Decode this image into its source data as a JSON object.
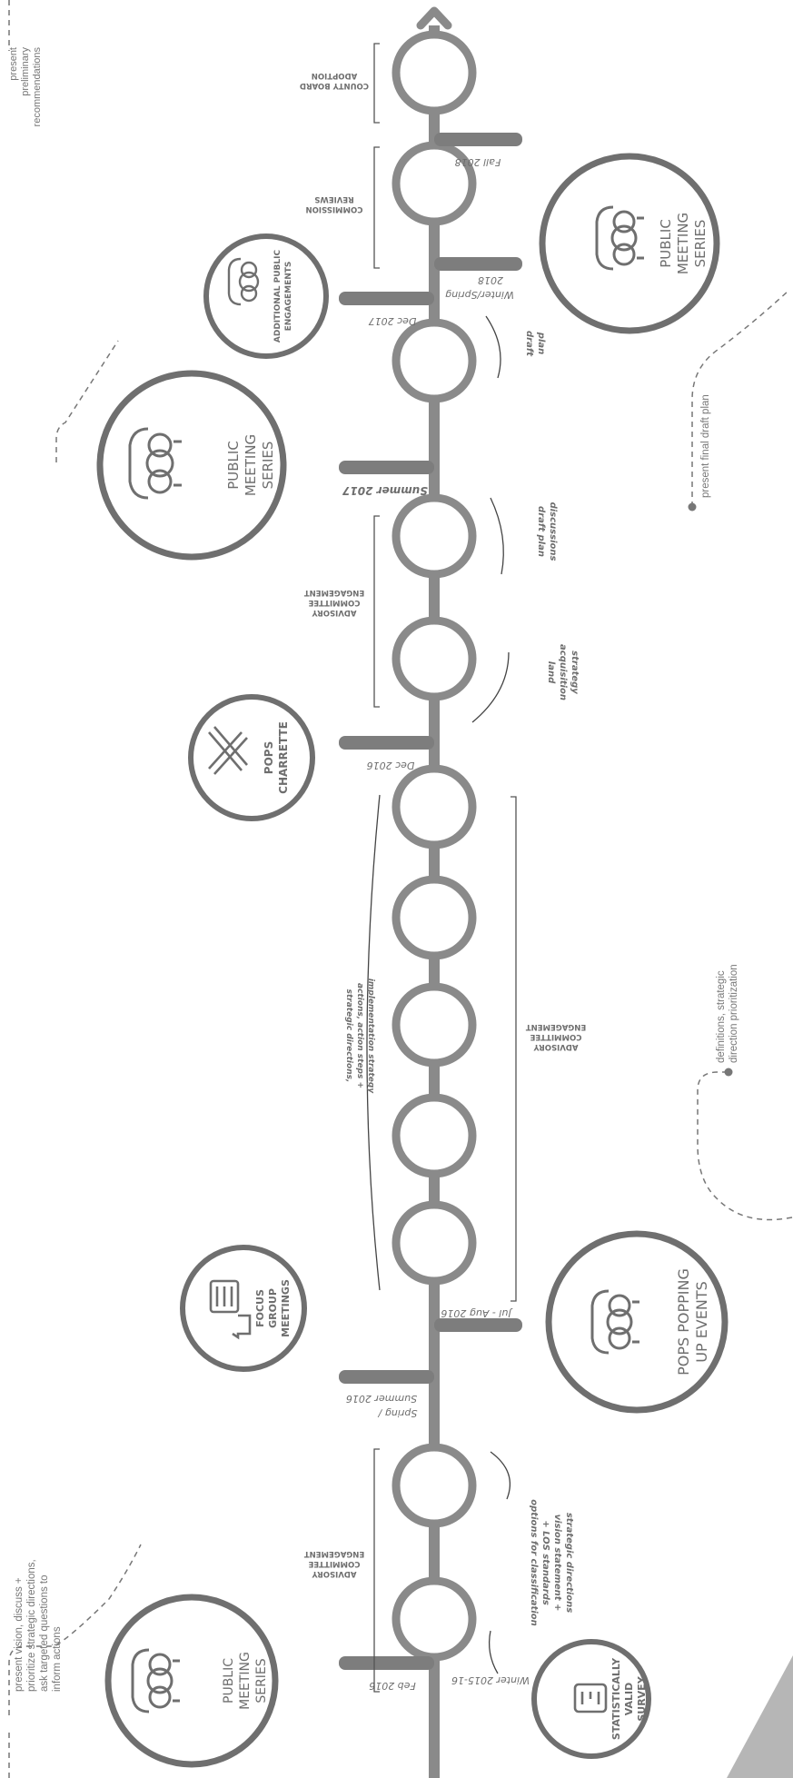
{
  "milestones": {
    "winter_2015": "Winter 2015-16",
    "feb_2016": "Feb 2016",
    "spring_summer_2016_a": "Spring /",
    "spring_summer_2016_b": "Summer 2016",
    "jul_aug_2016": "Jul - Aug 2016",
    "dec_2016": "Dec 2016",
    "summer_2017": "Summer 2017",
    "dec_2017": "Dec 2017",
    "winter_spring_2018_a": "Winter/Spring",
    "winter_spring_2018_b": "2018",
    "fall_2018": "Fall 2018"
  },
  "events": {
    "pms1": [
      "PUBLIC",
      "MEETING",
      "SERIES"
    ],
    "survey": [
      "STATISTICALLY",
      "VALID",
      "SURVEY"
    ],
    "focus": [
      "FOCUS",
      "GROUP",
      "MEETINGS"
    ],
    "pops_popping": [
      "POPS POPPING",
      "UP EVENTS"
    ],
    "charrette": [
      "POPS",
      "CHARRETTE"
    ],
    "pms2": [
      "PUBLIC",
      "MEETING",
      "SERIES"
    ],
    "additional": [
      "ADDITIONAL PUBLIC",
      "ENGAGEMENTS"
    ],
    "pms3": [
      "PUBLIC",
      "MEETING",
      "SERIES"
    ]
  },
  "committee": {
    "ace1": [
      "ADVISORY",
      "COMMITTEE",
      "ENGAGEMENT"
    ],
    "ace2": [
      "ADVISORY",
      "COMMITTEE",
      "ENGAGEMENT"
    ],
    "ace3": [
      "ADVISORY",
      "COMMITTEE",
      "ENGAGEMENT"
    ],
    "commission": [
      "COMMISSION",
      "REVIEWS"
    ],
    "county": [
      "COUNTY BOARD",
      "ADOPTION"
    ]
  },
  "topics": {
    "options": [
      "options for classification",
      "+ LOS standards",
      "vision statement +",
      "strategic directions"
    ],
    "strategic": [
      "strategic directions,",
      "actions, action steps +",
      "implementation strategy"
    ],
    "land": [
      "land",
      "acquisition",
      "strategy"
    ],
    "draft_discussions": [
      "draft plan",
      "discussions"
    ],
    "draft_plan": [
      "draft",
      "plan"
    ]
  },
  "notes": {
    "present_vision": [
      "present vision, discuss +",
      "prioritize strategic directions,",
      "ask targeted questions to",
      "inform actions"
    ],
    "definitions": [
      "definitions, strategic",
      "direction prioritization"
    ],
    "present_final": "present final draft plan",
    "present_preliminary": [
      "present",
      "preliminary",
      "recommendations"
    ]
  }
}
